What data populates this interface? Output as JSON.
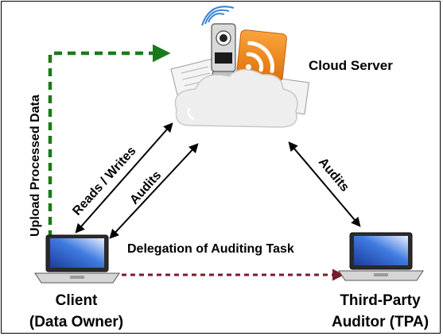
{
  "nodes": {
    "cloud": {
      "label": "Cloud Server"
    },
    "client": {
      "label_line1": "Client",
      "label_line2": "(Data Owner)"
    },
    "tpa": {
      "label_line1": "Third-Party",
      "label_line2": "Auditor (TPA)"
    }
  },
  "edges": {
    "upload": {
      "label": "Upload Processed Data",
      "color": "#1a7a1a"
    },
    "reads_writes": {
      "label": "Reads / Writes"
    },
    "client_audits": {
      "label": "Audits"
    },
    "tpa_audits": {
      "label": "Audits"
    },
    "delegation": {
      "label": "Delegation of Auditing Task",
      "color": "#7a1a2e"
    }
  },
  "colors": {
    "cloud": "#eeeeee",
    "rss_orange": "#f08a1c",
    "laptop_screen": "#2f62c8"
  }
}
